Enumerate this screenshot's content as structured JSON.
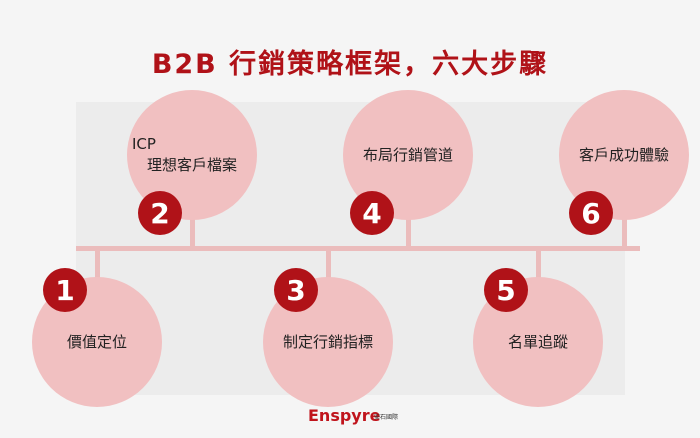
{
  "title": "B2B 行銷策略框架，六大步驟",
  "steps": [
    {
      "num": "1",
      "label": "價值定位"
    },
    {
      "num": "2",
      "label_top": "ICP",
      "label": "理想客戶檔案"
    },
    {
      "num": "3",
      "label": "制定行銷指標"
    },
    {
      "num": "4",
      "label": "布局行銷管道"
    },
    {
      "num": "5",
      "label": "名單追蹤"
    },
    {
      "num": "6",
      "label": "客戶成功體驗"
    }
  ],
  "logo": {
    "name": "Enspyre",
    "sub": "安石國際"
  },
  "colors": {
    "accent": "#b01218",
    "circle": "#f1c0c1",
    "connector": "#ebbcbc"
  }
}
